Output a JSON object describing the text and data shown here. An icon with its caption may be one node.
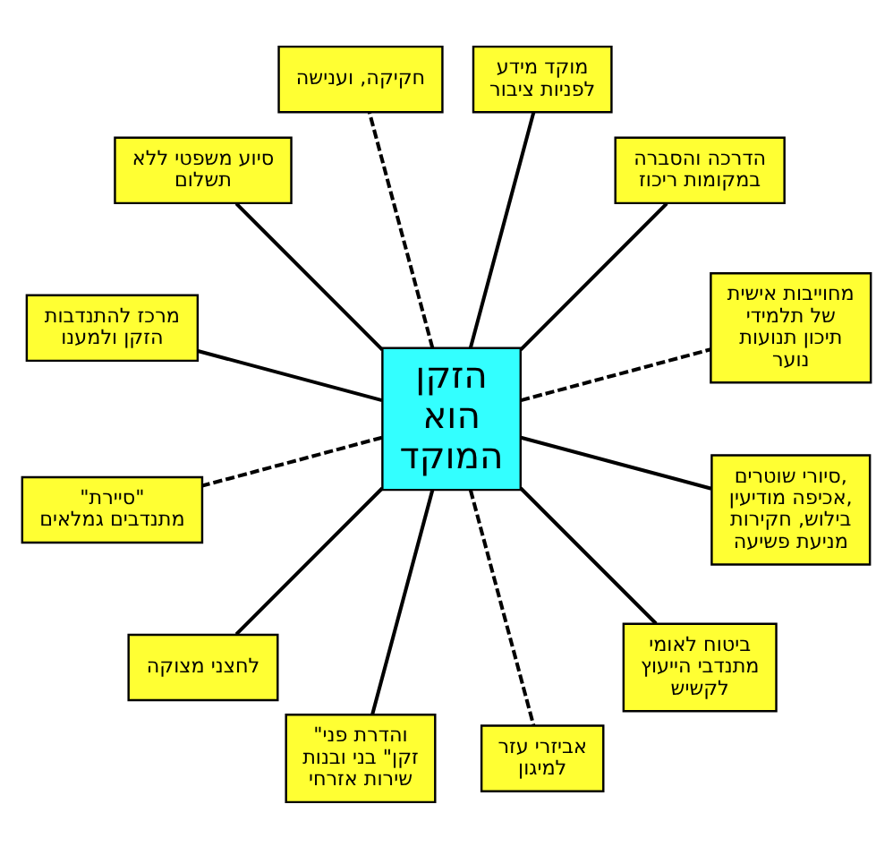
{
  "diagram": {
    "nodes": [
      {
        "text": [
          "הזקן הוא המוקד"
        ]
      },
      {
        "text": [
          "מחוייבות אישית של תלמידי תיכון תנועות נוער"
        ]
      },
      {
        "text": [
          "הדרכה והסברה במקומות ריכוז"
        ]
      },
      {
        "text": [
          "מוקד מידע לפניות ציבור"
        ]
      },
      {
        "text": [
          "חקיקה, וענישה"
        ]
      },
      {
        "text": [
          "סיוע משפטי ללא תשלום"
        ]
      },
      {
        "text": [
          "מרכז להתנדבות הזקן ולמענו"
        ]
      },
      {
        "text": [
          "\"סיירת\" מתנדבים גמלאים"
        ]
      },
      {
        "text": [
          "לחצני מצוקה"
        ]
      },
      {
        "text": [
          "\"והדרת פני זקן\" בני ובנות שירות אזרחי"
        ]
      },
      {
        "text": [
          "אביזרי עזר למיגון"
        ]
      },
      {
        "text": [
          "ביטוח לאומי מתנדבי הייעוץ לקשיש"
        ]
      },
      {
        "text": [
          "סיורי שוטרים, אכיפה מודיעין, בילוש, חקירות מניעת פשיעה"
        ]
      }
    ],
    "edges": [
      {
        "from": 0,
        "to": 1,
        "arrow": "none",
        "style": "dashed"
      },
      {
        "from": 0,
        "to": 2,
        "arrow": "none"
      },
      {
        "from": 0,
        "to": 3,
        "arrow": "none"
      },
      {
        "from": 0,
        "to": 4,
        "arrow": "none",
        "style": "dashed"
      },
      {
        "from": 0,
        "to": 5,
        "arrow": "none"
      },
      {
        "from": 0,
        "to": 6,
        "arrow": "none"
      },
      {
        "from": 0,
        "to": 7,
        "arrow": "none",
        "style": "dashed"
      },
      {
        "from": 0,
        "to": 8,
        "arrow": "none"
      },
      {
        "from": 0,
        "to": 9,
        "arrow": "none"
      },
      {
        "from": 0,
        "to": 10,
        "arrow": "none",
        "style": "dashed"
      },
      {
        "from": 0,
        "to": 11,
        "arrow": "none"
      },
      {
        "from": 0,
        "to": 12,
        "arrow": "none"
      }
    ]
  }
}
